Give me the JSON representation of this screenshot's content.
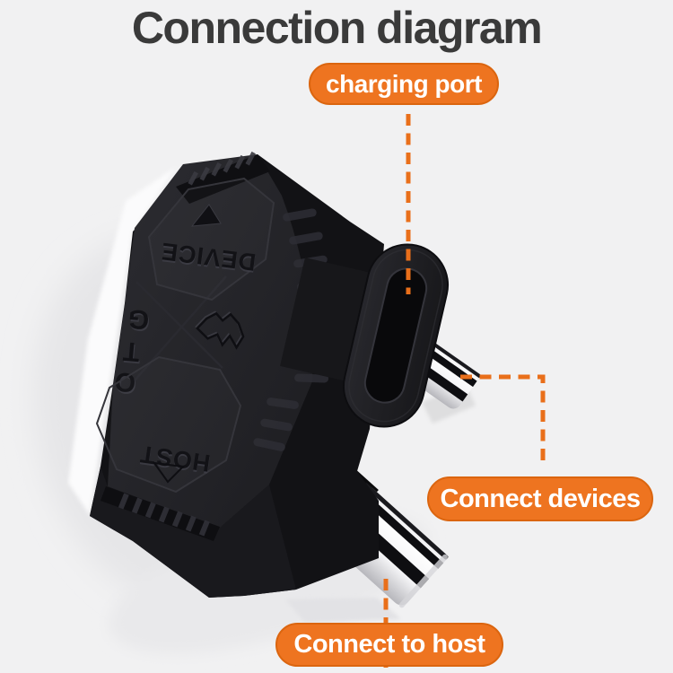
{
  "title": {
    "text": "Connection diagram"
  },
  "callouts": {
    "charging_port": {
      "label": "charging port"
    },
    "connect_devices": {
      "label": "Connect devices"
    },
    "connect_to_host": {
      "label": "Connect to host"
    }
  },
  "device": {
    "panel_top_label": "DEVICE",
    "side_label": "OTG",
    "side_label_letters": [
      "G",
      "T",
      "O"
    ],
    "panel_bottom_label": "HOST",
    "icons": [
      "triangle-up-icon",
      "brand-fox-logo-icon",
      "triangle-down-icon",
      "usb-c-port",
      "usb-plug-small",
      "usb-a-plug"
    ]
  },
  "colors": {
    "background": "#F1F1F2",
    "title_text": "#3A3A3A",
    "accent_orange": "#EE7420",
    "accent_orange_dark": "#DB650F",
    "dashed_line": "#E96F1A",
    "device_body": "#141417",
    "device_face": "#242428",
    "metal_light": "#FFFFFF"
  }
}
